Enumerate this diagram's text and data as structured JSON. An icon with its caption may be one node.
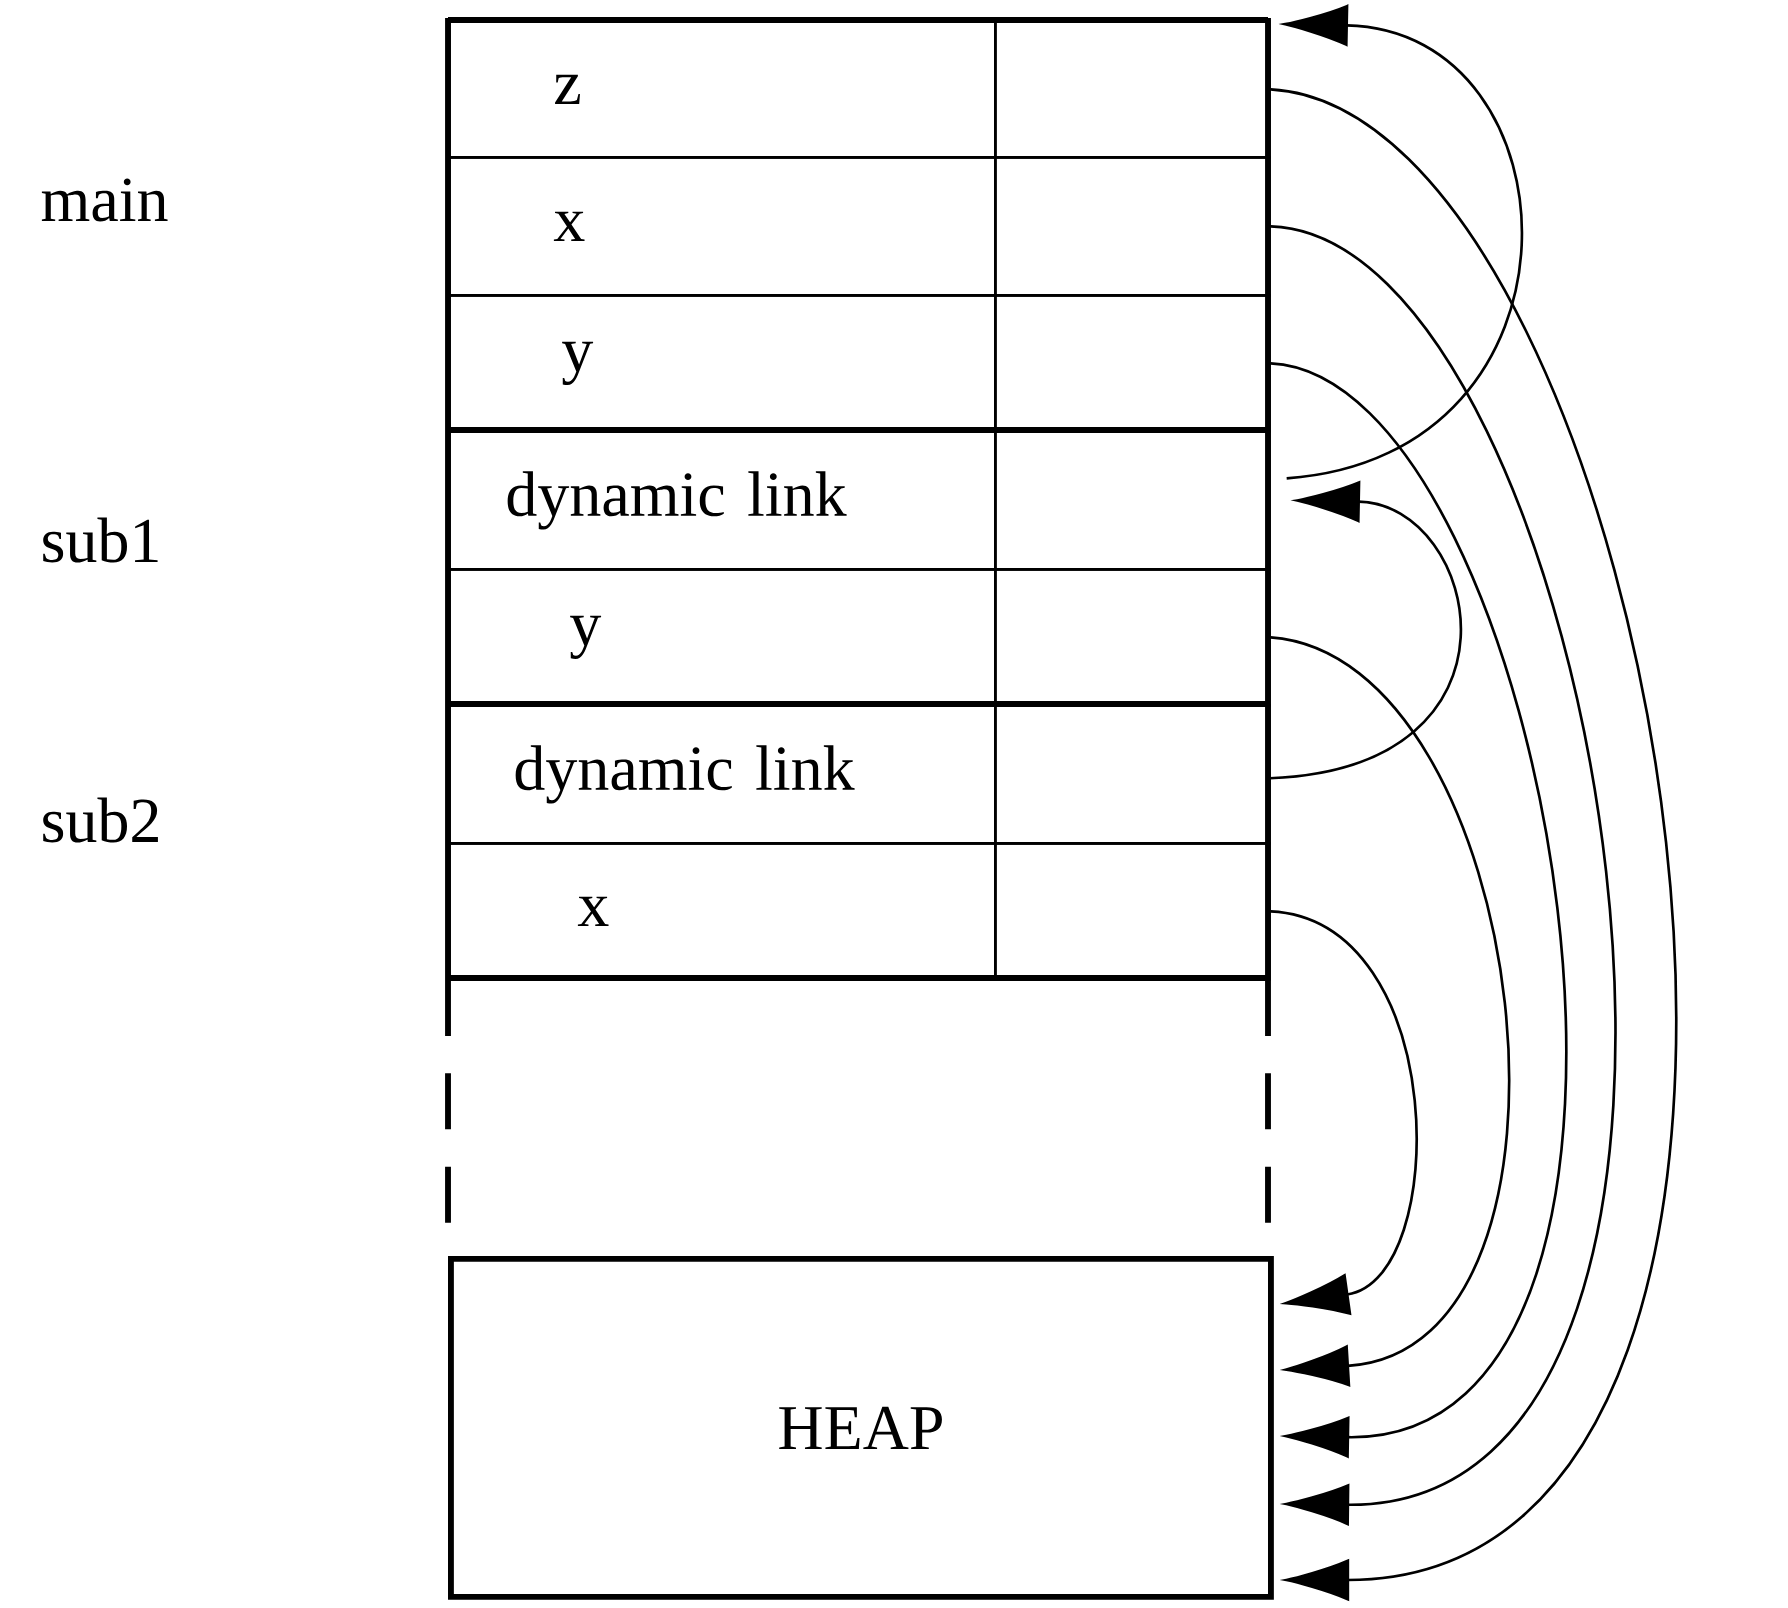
{
  "diagram": {
    "nodes": [
      {
        "text": [
          "z"
        ]
      },
      {
        "text": [],
        "shape": "box"
      },
      {
        "text": [
          "x"
        ]
      },
      {
        "text": [],
        "shape": "box"
      },
      {
        "text": [
          "y"
        ]
      },
      {
        "text": [],
        "shape": "box"
      },
      {
        "text": [
          "dynamic link"
        ]
      },
      {
        "text": [],
        "shape": "box"
      },
      {
        "text": [
          "y"
        ]
      },
      {
        "text": [],
        "shape": "box"
      },
      {
        "text": [
          "dynamic link"
        ]
      },
      {
        "text": [],
        "shape": "box"
      },
      {
        "text": [
          "x"
        ]
      },
      {
        "text": [],
        "shape": "box"
      },
      {
        "text": [
          "HEAP"
        ]
      }
    ],
    "edges": [
      {
        "from": 1,
        "to": 14,
        "arrow": "to"
      },
      {
        "from": 3,
        "to": 14,
        "arrow": "to"
      },
      {
        "from": 5,
        "to": 14,
        "arrow": "to"
      },
      {
        "from": 7,
        "to": 1,
        "arrow": "to"
      },
      {
        "from": 9,
        "to": 14,
        "arrow": "to"
      },
      {
        "from": 11,
        "to": 7,
        "arrow": "to"
      },
      {
        "from": 13,
        "to": 14,
        "arrow": "to"
      }
    ],
    "labels": [
      "main",
      "sub1",
      "sub2"
    ]
  }
}
